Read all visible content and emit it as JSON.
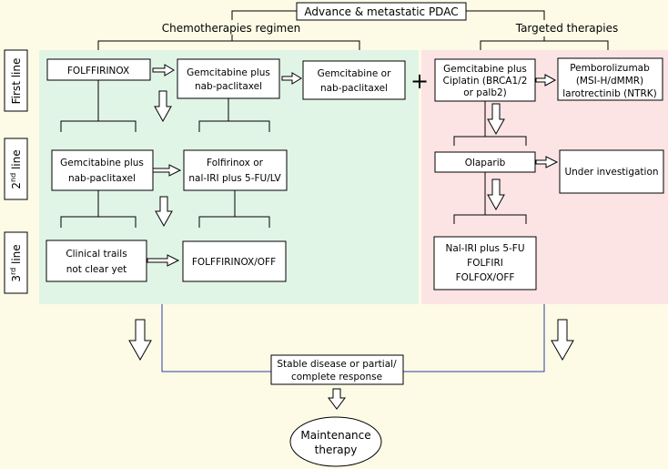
{
  "title": "Advance & metastatic PDAC",
  "branches": {
    "chemo": "Chemotherapies regimen",
    "targeted": "Targeted therapies"
  },
  "lines": {
    "first": "First line",
    "second_num": "2",
    "second_sup": "nd",
    "second_rest": " line",
    "third_num": "3",
    "third_sup": "rd",
    "third_rest": " line"
  },
  "chemo": {
    "folfirinox": "FOLFFIRINOX",
    "gem_nab_1a": "Gemcitabine plus",
    "gem_nab_1b": "nab-paclitaxel",
    "gem_or_a": "Gemcitabine  or",
    "gem_or_b": "nab-paclitaxel",
    "gem_nab_2a": "Gemcitabine plus",
    "gem_nab_2b": "nab-paclitaxel",
    "folfirinox_or_a": "Folfirinox or",
    "folfirinox_or_b": "nal-IRI plus 5-FU/LV",
    "clinical_a": "Clinical trails",
    "clinical_b": "not clear yet",
    "folffirinox_off": "FOLFFIRINOX/OFF"
  },
  "plus_sign": "+",
  "targeted": {
    "gem_cis_a": "Gemcitabine plus",
    "gem_cis_b": "Ciplatin (BRCA1/2",
    "gem_cis_c": "or palb2)",
    "pembro_a": "Pemborolizumab",
    "pembro_b": "(MSI-H/dMMR)",
    "pembro_c": "larotrectinib (NTRK)",
    "olaparib": "Olaparib",
    "under_investigation": "Under investigation",
    "nal_a": "Nal-IRI plus 5-FU",
    "nal_b": "FOLFIRI",
    "nal_c": "FOLFOX/OFF"
  },
  "outcome": {
    "stable_a": "Stable disease or partial/",
    "stable_b": "complete response",
    "maint_a": "Maintenance",
    "maint_b": "therapy"
  },
  "colors": {
    "background": "#fdfbe6",
    "chemo_panel": "#e1f5e6",
    "targeted_panel": "#fce4e4",
    "connector_blue": "#2b3f9e"
  }
}
